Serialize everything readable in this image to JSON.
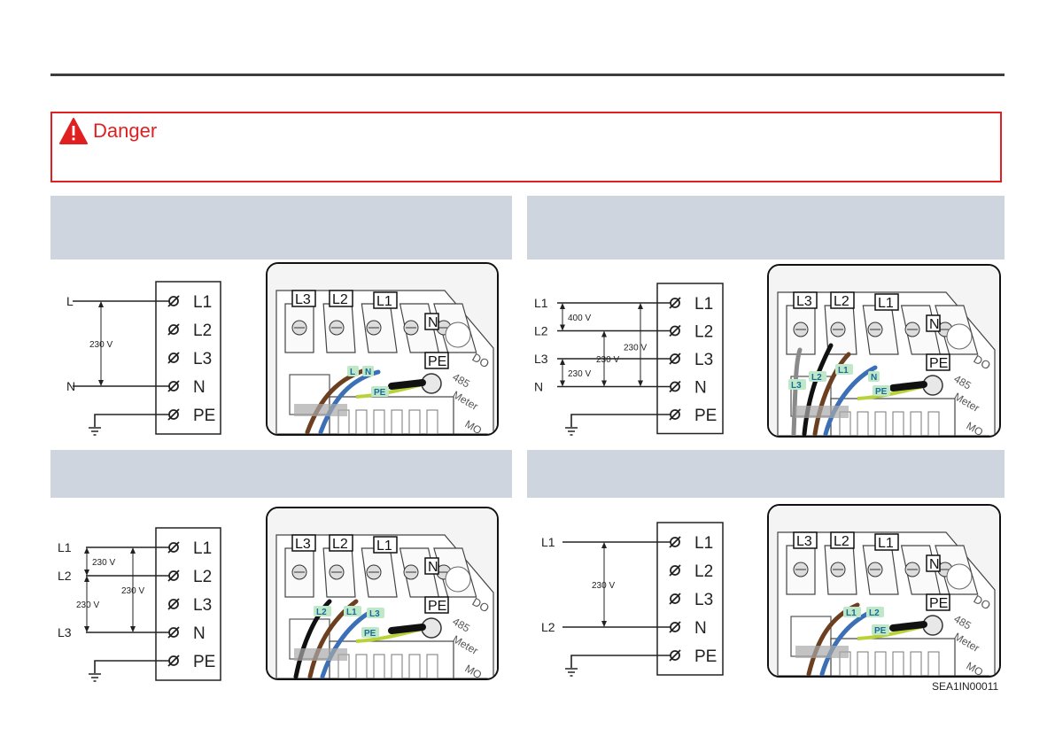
{
  "danger": {
    "title": "Danger"
  },
  "panels": [
    {
      "lines": [
        {
          "label": "L",
          "at": "L1"
        },
        {
          "label": "N",
          "at": "N"
        }
      ],
      "voltages": [
        "230 V"
      ],
      "terminals": [
        "L1",
        "L2",
        "L3",
        "N",
        "PE"
      ],
      "photo_labels": {
        "tags": [
          "L3",
          "L2",
          "L1",
          "N",
          "PE"
        ],
        "wire_tags": [
          "L",
          "N",
          "PE"
        ]
      }
    },
    {
      "lines": [
        {
          "label": "L1",
          "at": "L1"
        },
        {
          "label": "L2",
          "at": "L2"
        },
        {
          "label": "L3",
          "at": "L3"
        },
        {
          "label": "N",
          "at": "N"
        }
      ],
      "voltages": [
        "400 V",
        "230 V",
        "230 V",
        "230 V"
      ],
      "terminals": [
        "L1",
        "L2",
        "L3",
        "N",
        "PE"
      ],
      "photo_labels": {
        "tags": [
          "L3",
          "L2",
          "L1",
          "N",
          "PE"
        ],
        "wire_tags": [
          "L3",
          "L2",
          "L1",
          "N",
          "PE"
        ]
      }
    },
    {
      "lines": [
        {
          "label": "L1",
          "at": "L1"
        },
        {
          "label": "L2",
          "at": "L2"
        },
        {
          "label": "L3",
          "at": "N"
        }
      ],
      "voltages": [
        "230 V",
        "230 V",
        "230 V"
      ],
      "terminals": [
        "L1",
        "L2",
        "L3",
        "N",
        "PE"
      ],
      "photo_labels": {
        "tags": [
          "L3",
          "L2",
          "L1",
          "N",
          "PE"
        ],
        "wire_tags": [
          "L2",
          "L1",
          "L3",
          "PE"
        ]
      }
    },
    {
      "lines": [
        {
          "label": "L1",
          "at": "L1"
        },
        {
          "label": "L2",
          "at": "N"
        }
      ],
      "voltages": [
        "230 V"
      ],
      "terminals": [
        "L1",
        "L2",
        "L3",
        "N",
        "PE"
      ],
      "photo_labels": {
        "tags": [
          "L3",
          "L2",
          "L1",
          "N",
          "PE"
        ],
        "wire_tags": [
          "L1",
          "L2",
          "PE"
        ]
      }
    }
  ],
  "photo_side_text": [
    "DO",
    "485",
    "Meter",
    "MO"
  ],
  "doc_id": "SEA1IN00011",
  "colors": {
    "danger": "#e02020",
    "header_band": "#cfd5de",
    "wire_blue": "#3b6fb6",
    "wire_brown": "#6b3f1f",
    "wire_grey": "#8a8a8a",
    "wire_black": "#111111",
    "pe_green": "#b9d23a",
    "tag_fill": "#bfe8c8"
  }
}
